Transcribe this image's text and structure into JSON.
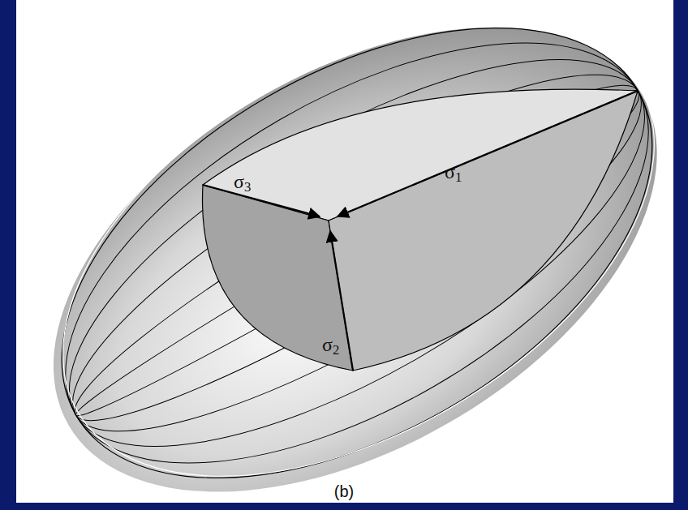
{
  "diagram": {
    "labels": [
      "σ3",
      "σ1",
      "σ2",
      "(b)"
    ]
  }
}
